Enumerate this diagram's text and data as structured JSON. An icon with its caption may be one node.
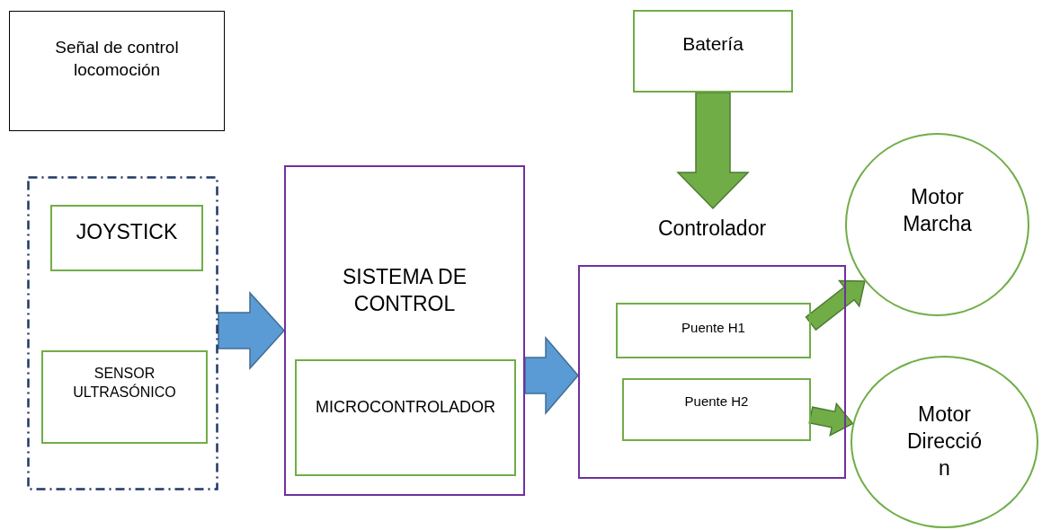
{
  "diagram": {
    "nodes": [
      {
        "text": [
          "Señal de control locomoción"
        ]
      },
      {
        "text": [],
        "shape": "box"
      },
      {
        "text": [
          "JOYSTICK"
        ],
        "in": 1
      },
      {
        "text": [
          "SENSOR ULTRASÓNICO"
        ],
        "in": 1
      },
      {
        "text": [
          "SISTEMA DE CONTROL"
        ]
      },
      {
        "text": [
          "MICROCONTROLADOR"
        ],
        "in": 4
      },
      {
        "text": [
          "Batería"
        ]
      },
      {
        "text": [
          "Controlador"
        ]
      },
      {
        "text": [
          "Puente H1"
        ],
        "in": 7
      },
      {
        "text": [
          "Puente H2"
        ],
        "in": 7
      },
      {
        "text": [
          "Motor Marcha"
        ]
      },
      {
        "text": [
          "Motor Direcció n"
        ]
      }
    ],
    "edges": [
      {
        "from": 1,
        "to": 4,
        "arrow": "to",
        "color": "#5b9bd5"
      },
      {
        "from": 4,
        "to": 7,
        "arrow": "to",
        "color": "#5b9bd5"
      },
      {
        "from": 6,
        "to": 7,
        "arrow": "to"
      },
      {
        "from": 8,
        "to": 10,
        "arrow": "to"
      },
      {
        "from": 9,
        "to": 11,
        "arrow": "to"
      }
    ]
  }
}
